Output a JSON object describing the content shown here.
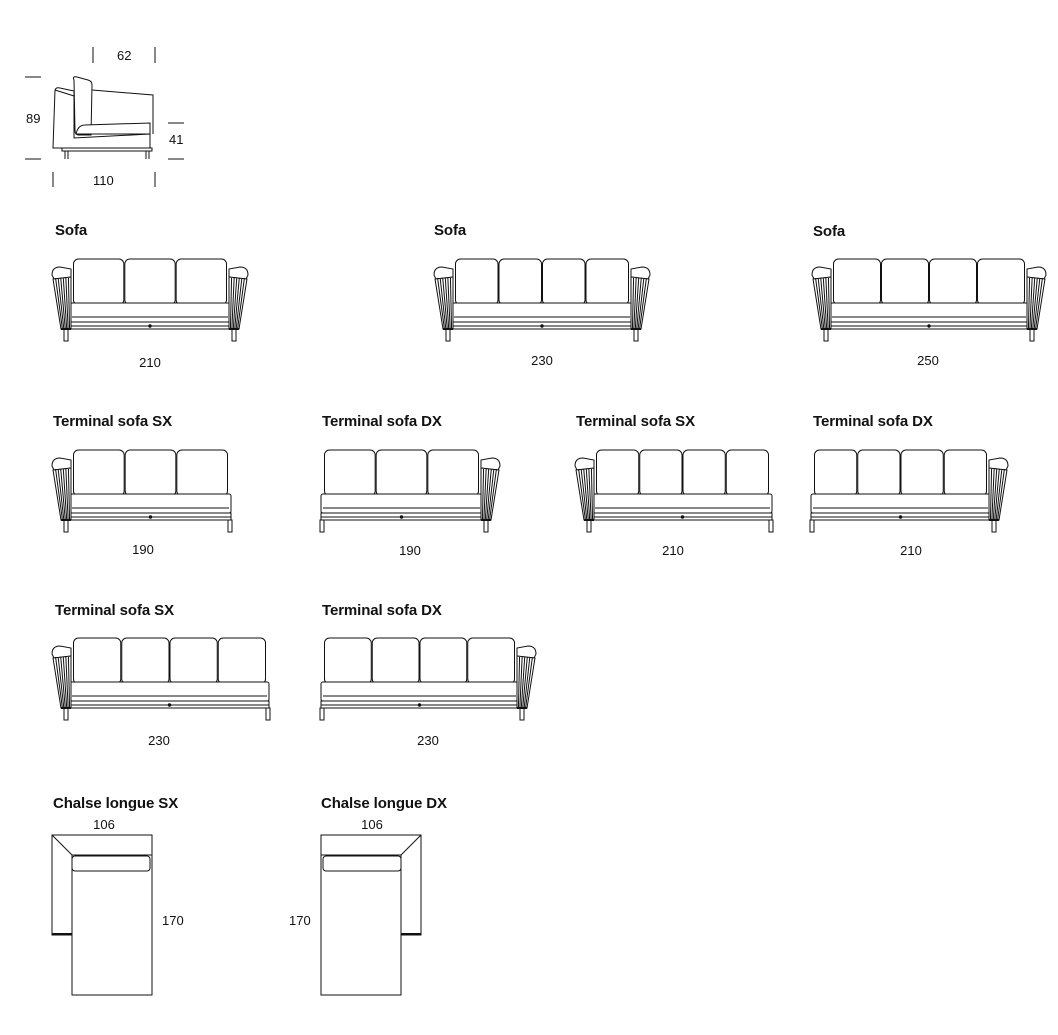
{
  "side_view": {
    "depth": "62",
    "height": "89",
    "seat_height": "41",
    "width": "110"
  },
  "row1": [
    {
      "title": "Sofa",
      "size": "210",
      "cushions": 3,
      "arms": "both"
    },
    {
      "title": "Sofa",
      "size": "230",
      "cushions": 4,
      "arms": "both"
    },
    {
      "title": "Sofa",
      "size": "250",
      "cushions": 4,
      "arms": "both"
    }
  ],
  "row2": [
    {
      "title": "Terminal sofa SX",
      "size": "190",
      "cushions": 3,
      "arms": "left"
    },
    {
      "title": "Terminal sofa DX",
      "size": "190",
      "cushions": 3,
      "arms": "right"
    },
    {
      "title": "Terminal sofa SX",
      "size": "210",
      "cushions": 4,
      "arms": "left"
    },
    {
      "title": "Terminal sofa DX",
      "size": "210",
      "cushions": 4,
      "arms": "right"
    }
  ],
  "row3": [
    {
      "title": "Terminal sofa SX",
      "size": "230",
      "cushions": 4,
      "arms": "left"
    },
    {
      "title": "Terminal sofa DX",
      "size": "230",
      "cushions": 4,
      "arms": "right"
    }
  ],
  "row4": [
    {
      "title": "Chalse longue SX",
      "width": "106",
      "length": "170",
      "side": "left"
    },
    {
      "title": "Chalse longue DX",
      "width": "106",
      "length": "170",
      "side": "right"
    }
  ]
}
